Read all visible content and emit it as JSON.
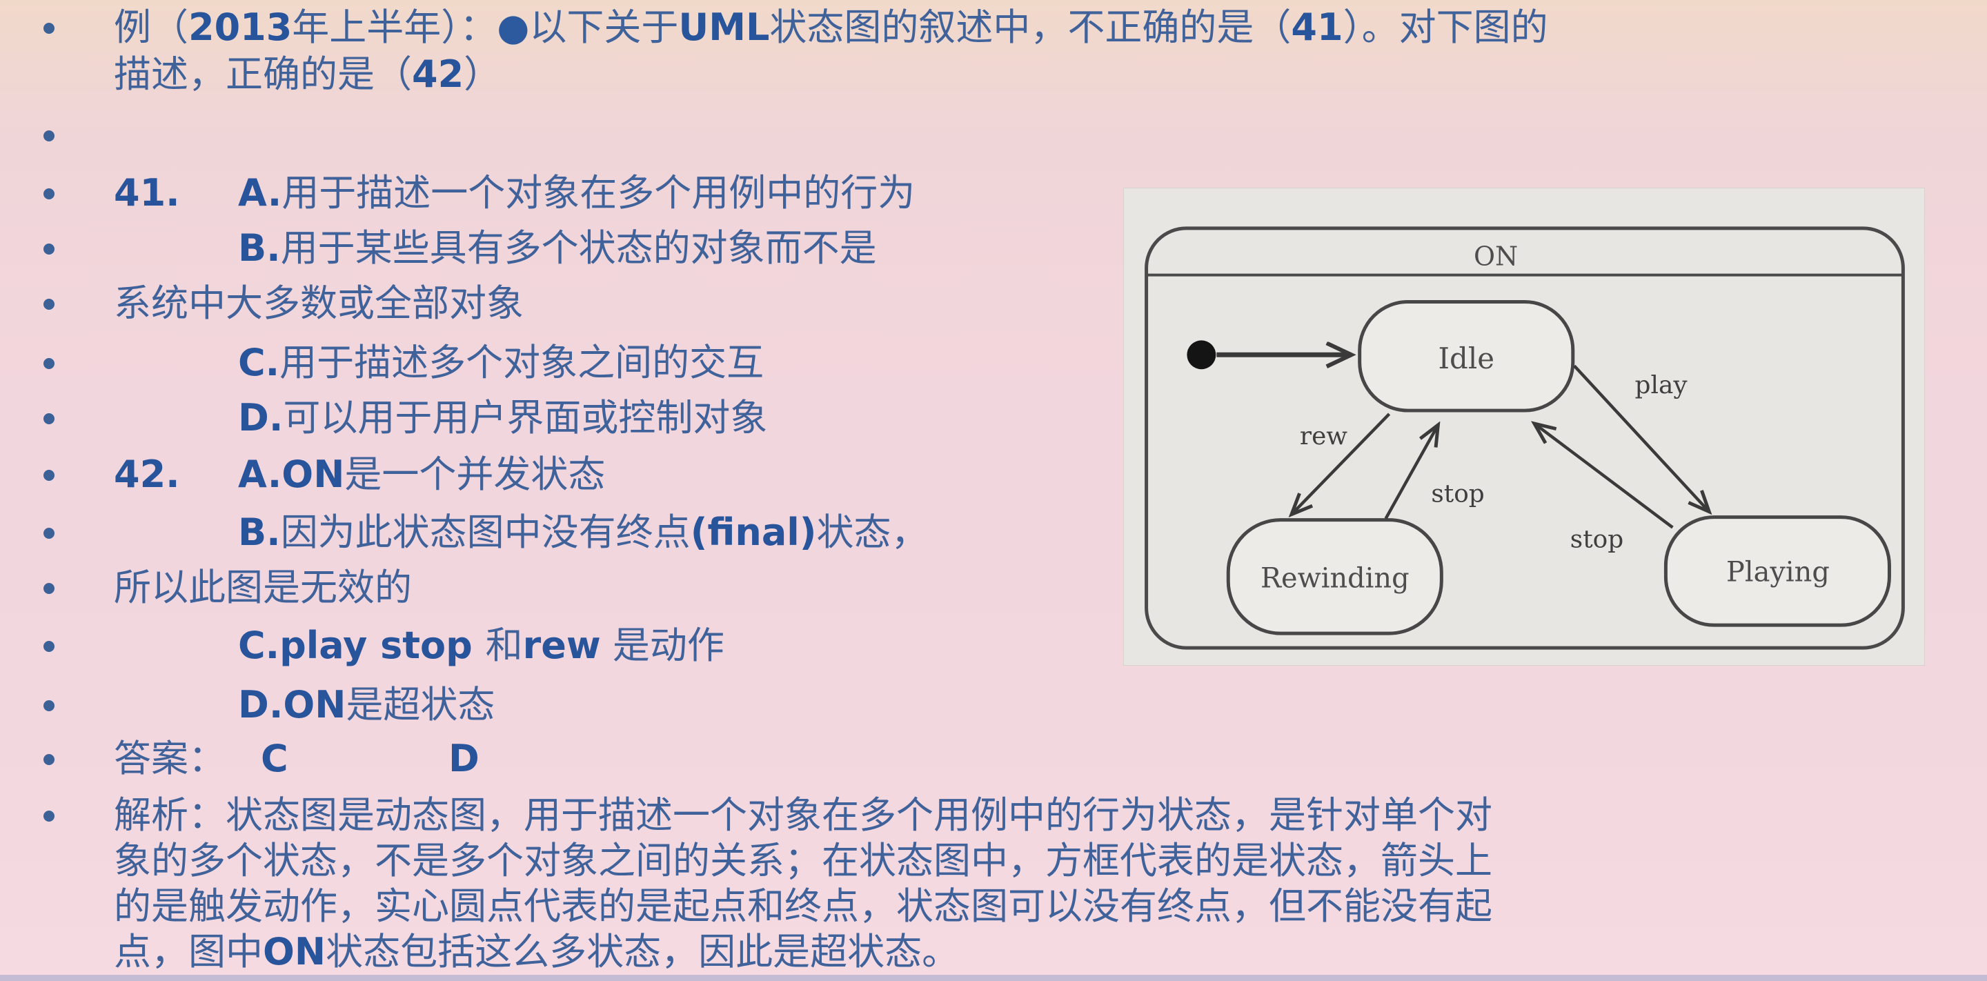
{
  "slide": {
    "question": {
      "line1": [
        "例（",
        "2013",
        "年上半年）：",
        "●",
        "以下关于",
        "UML",
        "状态图的叙述中，不正确的是（",
        "41",
        "）。对下图的"
      ],
      "line2": [
        "描述，正确的是（",
        "42",
        "）"
      ]
    },
    "q41": {
      "number": "41.",
      "optionA": [
        "A.",
        "用于描述一个对象在多个用例中的行为"
      ],
      "optionB_line1": [
        "B.",
        "用于某些具有多个状态的对象而不是"
      ],
      "optionB_line2": "系统中大多数或全部对象",
      "optionC": [
        "C.",
        "用于描述多个对象之间的交互"
      ],
      "optionD": [
        "D.",
        "可以用于用户界面或控制对象"
      ]
    },
    "q42": {
      "number": "42.",
      "optionA": [
        "A.ON",
        "是一个并发状态"
      ],
      "optionB_line1": [
        "B.",
        "因为此状态图中没有终点",
        "(final)",
        "状态，"
      ],
      "optionB_line2": "所以此图是无效的",
      "optionC": [
        "C.play stop ",
        "和",
        "rew",
        " 是动作"
      ],
      "optionD": [
        "D.ON",
        "是超状态"
      ]
    },
    "answer": {
      "label": "答案：",
      "c": "C",
      "d": "D"
    },
    "analysis": {
      "line1": "解析：状态图是动态图，用于描述一个对象在多个用例中的行为状态，是针对单个对",
      "line2": "象的多个状态，不是多个对象之间的关系；在状态图中，方框代表的是状态，箭头上",
      "line3": "的是触发动作，实心圆点代表的是起点和终点，状态图可以没有终点，但不能没有起",
      "line4": [
        "点，图中",
        "ON",
        "状态包括这么多状态，因此是超状态。"
      ]
    }
  },
  "diagram": {
    "superstate": "ON",
    "states": {
      "idle": "Idle",
      "rewinding": "Rewinding",
      "playing": "Playing"
    },
    "transitions": {
      "play": "play",
      "stop_right": "stop",
      "rew": "rew",
      "stop_mid": "stop"
    }
  },
  "colors": {
    "text_blue": "#40629a",
    "bold_blue": "#27549b",
    "bg_peach_top": "#f1d9ca",
    "bg_pink": "#f2d6de",
    "panel_gray": "#e8e6e2",
    "diagram_ink": "#3a3a3a"
  }
}
